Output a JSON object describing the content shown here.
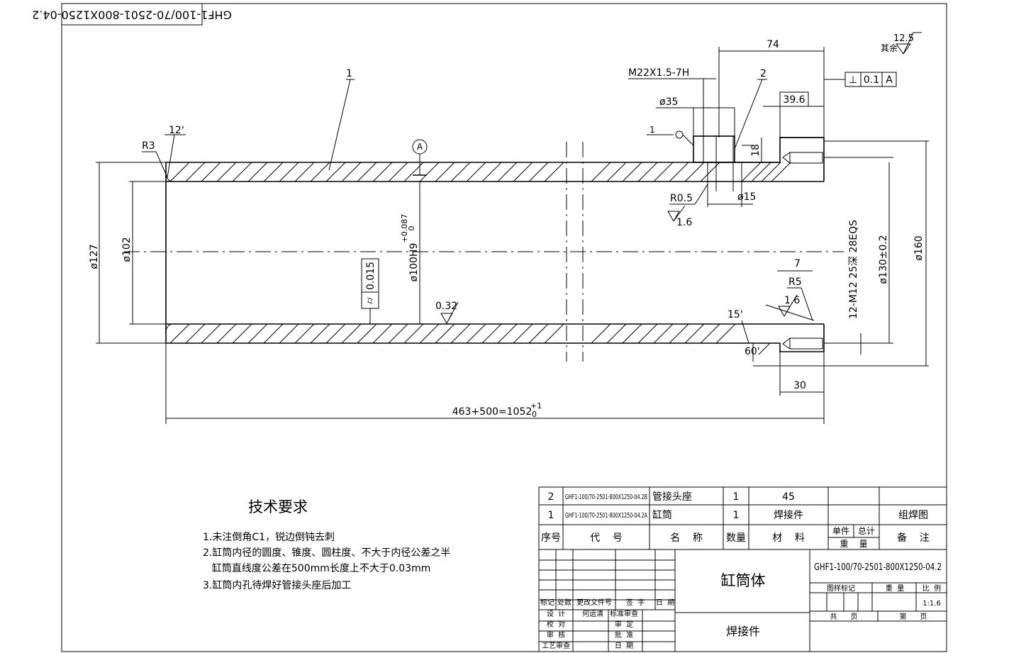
{
  "stamp_code": "GHF1-100/70-2501-800X1250-04.2",
  "surface_note": {
    "value": "12.5",
    "label": "其余"
  },
  "dims": {
    "d74": "74",
    "thread": "M22X1.5-7H",
    "d35": "ø35",
    "d39_6": "39.6",
    "perp_symbol": "⊥",
    "perp_value": "0.1",
    "perp_datum": "A",
    "r3": "R3",
    "angle12": "12'",
    "d18": "18",
    "d15": "ø15",
    "r05": "R0.5",
    "ra16_top": "1.6",
    "flat1": "1",
    "d127": "ø127",
    "d102": "ø102",
    "d100": "ø100H9",
    "d100_tol_upper": "+0.087",
    "d100_tol_lower": "0",
    "cyl_symbol": "⌭",
    "cyl_value": "0.015",
    "datum_a": "A",
    "ra032": "0.32",
    "d7": "7",
    "r5": "R5",
    "ra16_bot": "1.6",
    "angle15": "15'",
    "angle60": "60'",
    "d30": "30",
    "holes": "12-M12  25深  28EQS",
    "d130": "ø130±0.2",
    "d160": "ø160",
    "length": "463+500=1052",
    "length_tol_upper": "+1",
    "length_tol_lower": "0"
  },
  "balloons": {
    "b1": "1",
    "b2": "2"
  },
  "tech_req": {
    "title": "技术要求",
    "lines": [
      "1.未注倒角C1，锐边倒钝去刺",
      "2.缸筒内径的圆度、锥度、圆柱度、不大于内径公差之半",
      "  缸筒直线度公差在500mm长度上不大于0.03mm",
      "3.缸筒内孔待焊好管接头座后加工"
    ]
  },
  "bom": {
    "rows": [
      {
        "no": "2",
        "code": "GHF1-100/70-2501-800X1250-04.2B",
        "name": "管接头座",
        "qty": "1",
        "material": "45",
        "note": ""
      },
      {
        "no": "1",
        "code": "GHF1-100/70-2501-800X1250-04.2A",
        "name": "缸筒",
        "qty": "1",
        "material": "焊接件",
        "note": "组焊图"
      }
    ],
    "header": {
      "no": "序号",
      "code": "代    号",
      "name": "名    称",
      "qty": "数量",
      "material": "材    料",
      "unit": "单件",
      "total": "总计",
      "weight": "重    量",
      "note": "备    注"
    }
  },
  "title_block": {
    "part_name": "缸筒体",
    "material": "焊接件",
    "drawing_no": "GHF1-100/70-2501-800X1250-04.2",
    "stage_mark": "图样标记",
    "weight": "重  量",
    "scale_label": "比  例",
    "scale": "1:1.6",
    "total_sheets": "共      页",
    "sheet_no": "第      页",
    "rev_headers": [
      "标记",
      "处数",
      "更改文件号",
      "签  字",
      "日  期"
    ],
    "roles": [
      {
        "role": "设  计",
        "name": "何运清",
        "role2": "标准审查"
      },
      {
        "role": "校  对",
        "name": "",
        "role2": "审  定"
      },
      {
        "role": "审  核",
        "name": "",
        "role2": "批  准"
      },
      {
        "role": "工艺审查",
        "name": "",
        "role2": "日  期"
      }
    ]
  }
}
